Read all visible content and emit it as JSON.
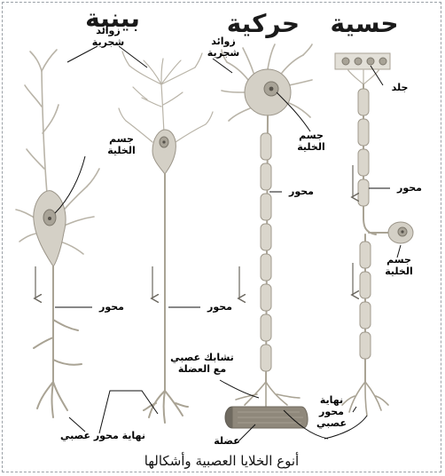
{
  "headings": {
    "interneuron": "بينية",
    "motor": "حركية",
    "sensory": "حسية"
  },
  "labels": {
    "dendrites_1": "زوائد\nشجرية",
    "dendrites_2": "زوائد\nشجرية",
    "cell_body_inter": "جسم\nالخلية",
    "cell_body_motor": "جسم\nالخلية",
    "cell_body_sensory": "جسم\nالخلية",
    "axon_1": "محور",
    "axon_2": "محور",
    "axon_3": "محور",
    "axon_4": "محور",
    "skin": "جلد",
    "synapse_muscle": "تشابك عصبي\nمع العضلة",
    "muscle": "عضلة",
    "axon_terminal_inter": "نهاية محور عصبي",
    "axon_terminal_sensory": "نهاية\nمحور\nعصبي"
  },
  "caption": "أنوع الخلايا العصبية وأشكالها"
}
